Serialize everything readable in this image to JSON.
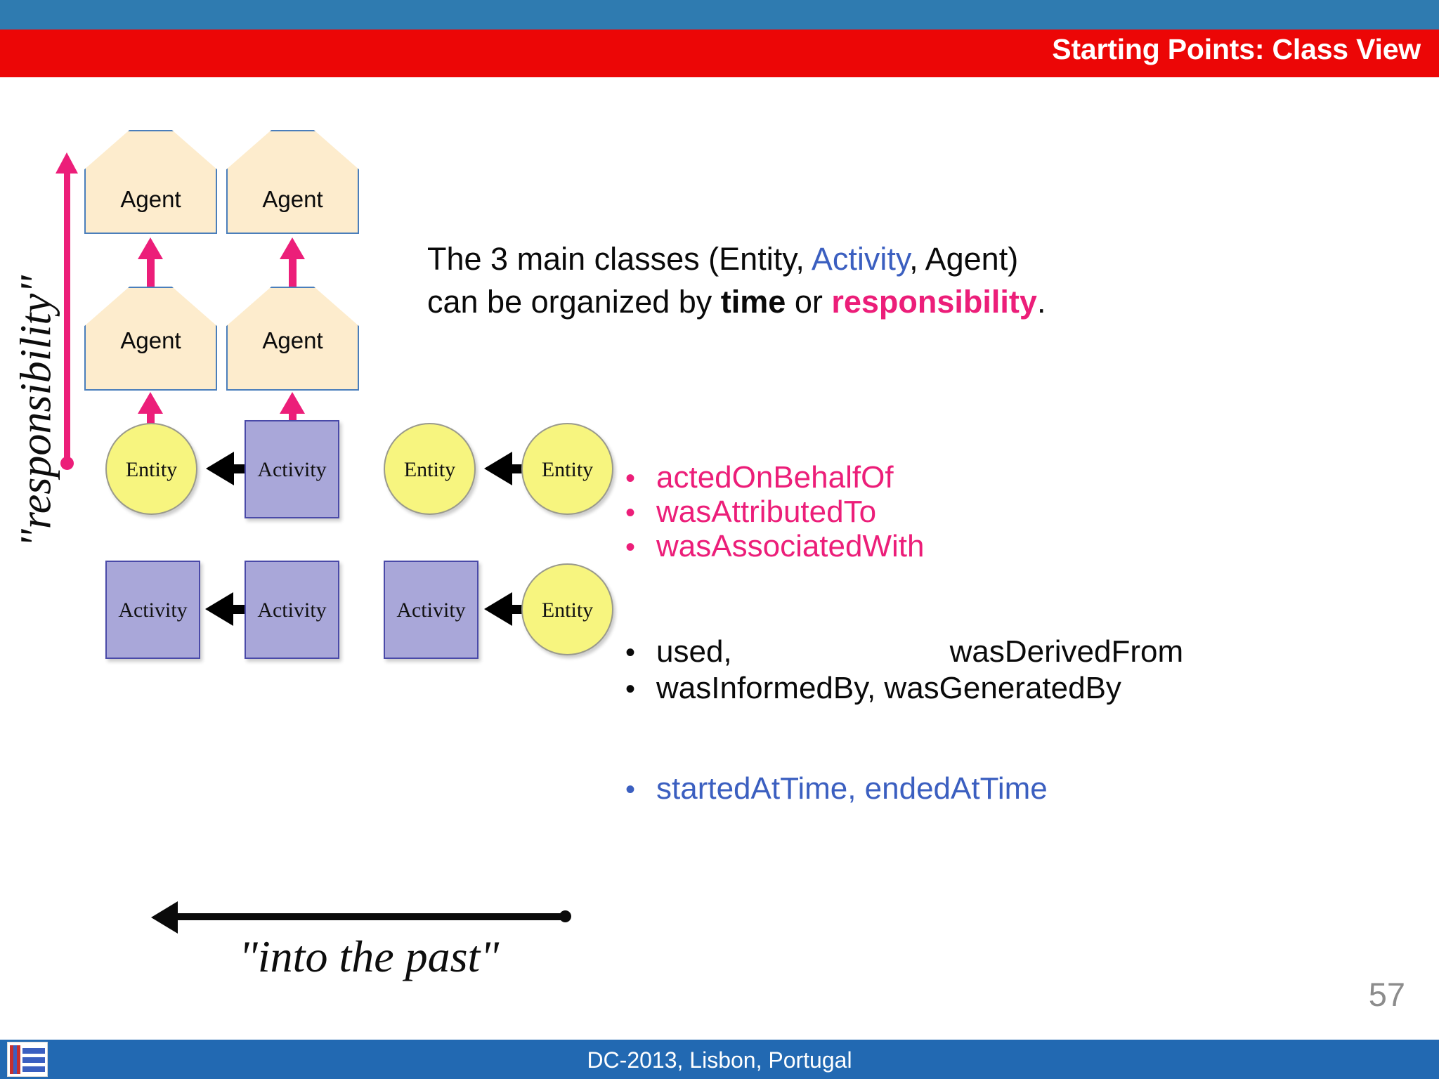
{
  "slide": {
    "title": "Starting Points: Class View",
    "page_number": "57",
    "accent_red": "#ec0606",
    "accent_pink": "#ec1e79",
    "accent_blue": "#3b5fc0",
    "footer_blue": "#2269b2"
  },
  "diagram": {
    "responsibility_axis_label": "\"responsibility\"",
    "time_axis_label": "\"into the past\"",
    "agents": [
      {
        "label": "Agent"
      },
      {
        "label": "Agent"
      },
      {
        "label": "Agent"
      },
      {
        "label": "Agent"
      }
    ],
    "middle_row": [
      {
        "label": "Entity"
      },
      {
        "label": "Activity"
      },
      {
        "label": "Entity"
      },
      {
        "label": "Entity"
      }
    ],
    "bottom_row": [
      {
        "label": "Activity"
      },
      {
        "label": "Activity"
      },
      {
        "label": "Activity"
      },
      {
        "label": "Entity"
      }
    ]
  },
  "intro": {
    "part1": "The 3 main classes (Entity, ",
    "activity_word": "Activity",
    "part2": ", Agent)",
    "part3": "can be organized by ",
    "time_word": "time",
    "part4": " or ",
    "responsibility_word": "responsibility",
    "part5": "."
  },
  "lists": {
    "pink": [
      "actedOnBehalfOf",
      "wasAttributedTo",
      "wasAssociatedWith"
    ],
    "black": [
      {
        "left": "used,",
        "right": "wasDerivedFrom"
      },
      {
        "left": "wasInformedBy, wasGeneratedBy",
        "right": ""
      }
    ],
    "blue": [
      "startedAtTime, endedAtTime"
    ],
    "bullet_glyph": "•"
  },
  "footer": {
    "text": "DC-2013, Lisbon, Portugal"
  }
}
